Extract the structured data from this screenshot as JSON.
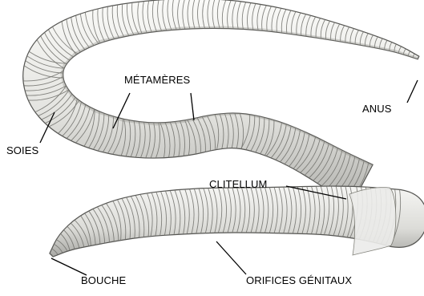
{
  "diagram": {
    "subject": "earthworm-anatomy",
    "labels": {
      "metameres": "MÉTAMÈRES",
      "anus": "ANUS",
      "soies": "SOIES",
      "clitellum": "CLITELLUM",
      "bouche": "BOUCHE",
      "orifices": "ORIFICES GÉNITAUX"
    },
    "colors": {
      "body_light": "#f0f0ee",
      "body_mid": "#d6d6d2",
      "body_shadow": "#9a9a96",
      "segment_line": "#6e6e6a",
      "outline": "#555552",
      "clitellum": "#e6e6e2",
      "leader_line": "#000000"
    }
  }
}
